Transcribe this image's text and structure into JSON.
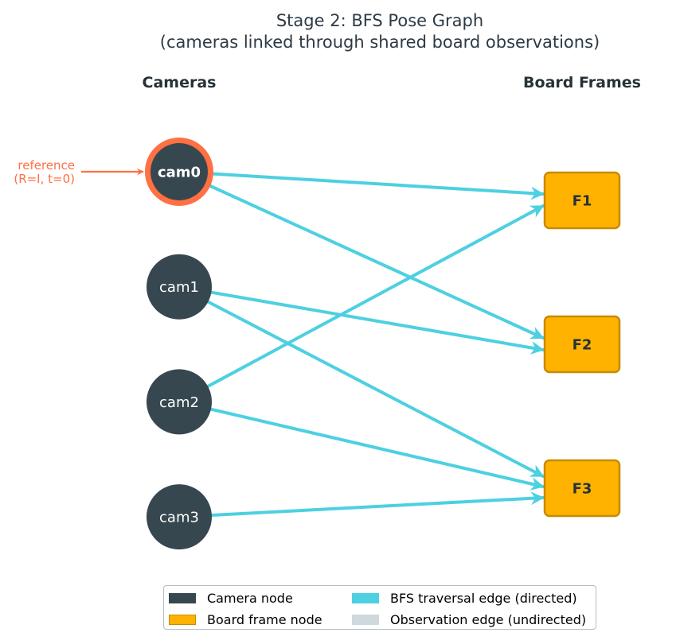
{
  "title": {
    "line1": "Stage 2: BFS Pose Graph",
    "line2": "(cameras linked through shared board observations)"
  },
  "columns": {
    "cameras": "Cameras",
    "frames": "Board Frames"
  },
  "reference": {
    "camera": "cam0",
    "line1": "reference",
    "line2": "(R=I, t=0)"
  },
  "cameras": [
    "cam0",
    "cam1",
    "cam2",
    "cam3"
  ],
  "frames": [
    "F1",
    "F2",
    "F3"
  ],
  "edges": [
    {
      "from": "cam0",
      "to": "F1",
      "type": "bfs"
    },
    {
      "from": "cam0",
      "to": "F2",
      "type": "bfs"
    },
    {
      "from": "cam1",
      "to": "F2",
      "type": "bfs"
    },
    {
      "from": "cam1",
      "to": "F3",
      "type": "bfs"
    },
    {
      "from": "cam2",
      "to": "F1",
      "type": "bfs"
    },
    {
      "from": "cam2",
      "to": "F3",
      "type": "bfs"
    },
    {
      "from": "cam3",
      "to": "F3",
      "type": "bfs"
    }
  ],
  "colors": {
    "camera_fill": "#37474f",
    "reference_ring": "#ff7043",
    "frame_fill": "#ffb300",
    "frame_border": "#c88a00",
    "bfs_edge": "#4dd0e1",
    "observation_edge": "#cfd8dc"
  },
  "legend": [
    {
      "key": "camera",
      "label": "Camera node",
      "color": "#37474f"
    },
    {
      "key": "frame",
      "label": "Board frame node",
      "color": "#ffb300"
    },
    {
      "key": "bfs",
      "label": "BFS traversal edge (directed)",
      "color": "#4dd0e1"
    },
    {
      "key": "observation",
      "label": "Observation edge (undirected)",
      "color": "#cfd8dc"
    }
  ]
}
